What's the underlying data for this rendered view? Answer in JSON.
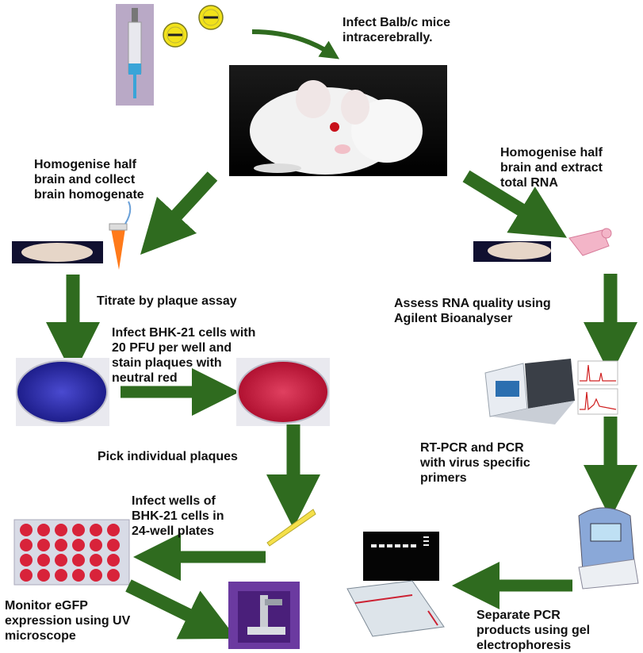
{
  "steps": {
    "infect_mice": "Infect Balb/c mice\nintracerebrally.",
    "homogenise_collect": "Homogenise half\nbrain and collect\nbrain homogenate",
    "homogenise_extract": "Homogenise half\nbrain and extract\ntotal RNA",
    "titrate": "Titrate by plaque assay",
    "assess_rna": "Assess RNA quality using\nAgilent Bioanalyser",
    "infect_bhk": "Infect BHK-21 cells with\n20 PFU per well and\nstain plaques with\nneutral red",
    "rt_pcr": "RT-PCR and PCR\nwith virus specific\nprimers",
    "pick_plaques": "Pick individual plaques",
    "infect_wells": "Infect wells of\nBHK-21 cells in\n24-well plates",
    "monitor_egfp": "Monitor eGFP\nexpression using UV\nmicroscope",
    "separate_pcr": "Separate PCR\nproducts using gel\nelectrophoresis"
  },
  "colors": {
    "arrow": "#2f6b1f",
    "virus": "#f2e21a",
    "plate_blue": "#2a2aa8",
    "plate_red": "#d6243f",
    "tube_orange": "#ff7a1a",
    "tube_pink": "#f3b5c8"
  },
  "icons": [
    "syringe-icon",
    "virus-icon",
    "mouse-photo",
    "brain-icon",
    "tube-icon",
    "plate-icon",
    "well-plate-icon",
    "pipette-tip-icon",
    "microscope-icon",
    "gel-icon",
    "pcr-machine-icon",
    "bioanalyser-icon"
  ]
}
